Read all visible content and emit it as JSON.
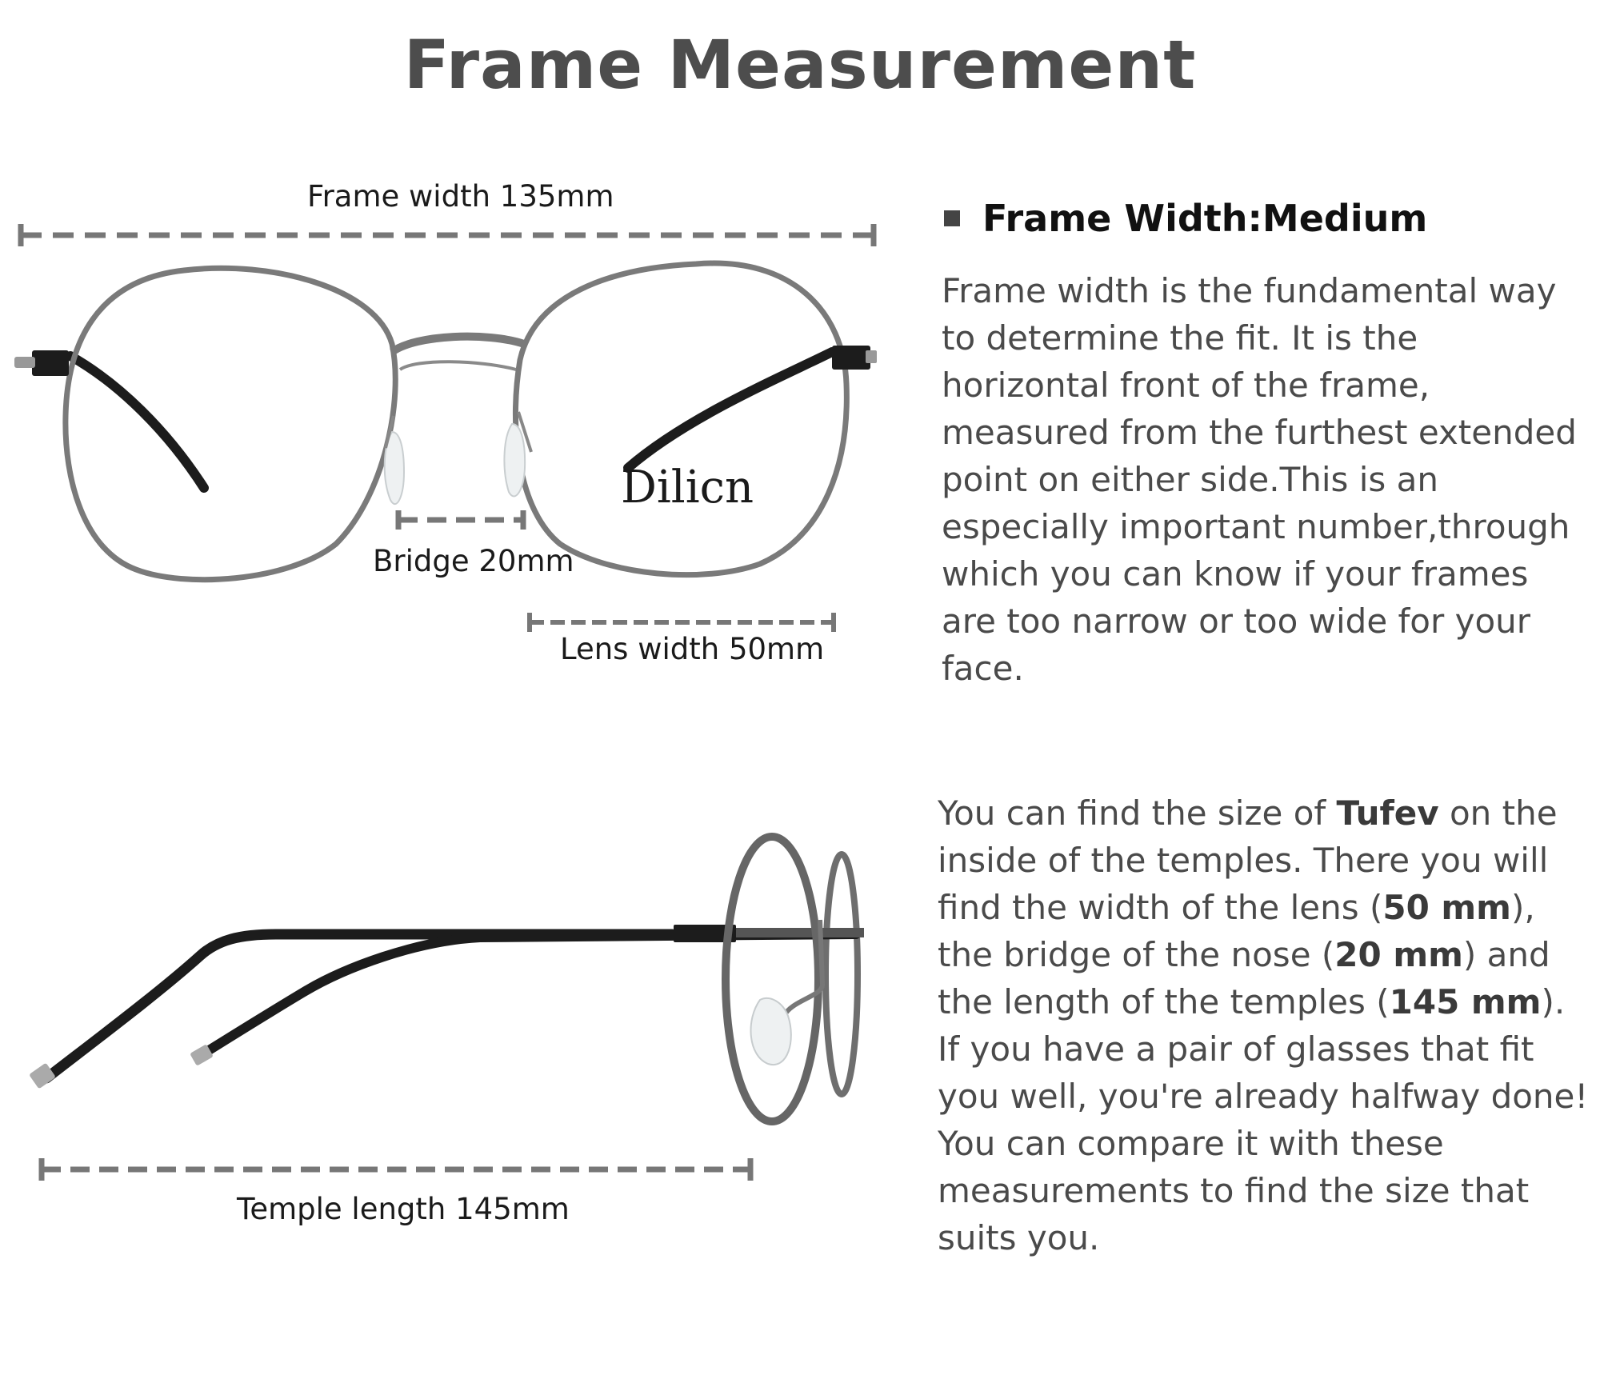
{
  "title": "Frame Measurement",
  "brand_logo": "Dilicn",
  "dimensions": {
    "frame_width": "Frame width 135mm",
    "bridge": "Bridge 20mm",
    "lens_width": "Lens width 50mm",
    "temple_length": "Temple length 145mm"
  },
  "section1": {
    "heading": "Frame Width:Medium",
    "body": "Frame width is the fundamental way to determine the fit. It is the horizontal front of the frame, measured from the furthest extended point on either side.This is an especially important number,through which you can know if your frames are too narrow or too wide for your face."
  },
  "section2": {
    "t1": "You can find the size of ",
    "b1": "Tufev",
    "t2": " on the inside of the temples. There you will find the width of the lens (",
    "b2": "50 mm",
    "t3": "), the bridge of the nose (",
    "b3": "20 mm",
    "t4": ") and the length of the temples (",
    "b4": "145 mm",
    "t5": "). If you have a pair of glasses that fit you well, you're already halfway done! You can compare it with these measurements to find the size that suits you."
  },
  "colors": {
    "frame_gray": "#7a7a7a",
    "temple_black": "#1c1c1c",
    "dash_gray": "#777777"
  }
}
